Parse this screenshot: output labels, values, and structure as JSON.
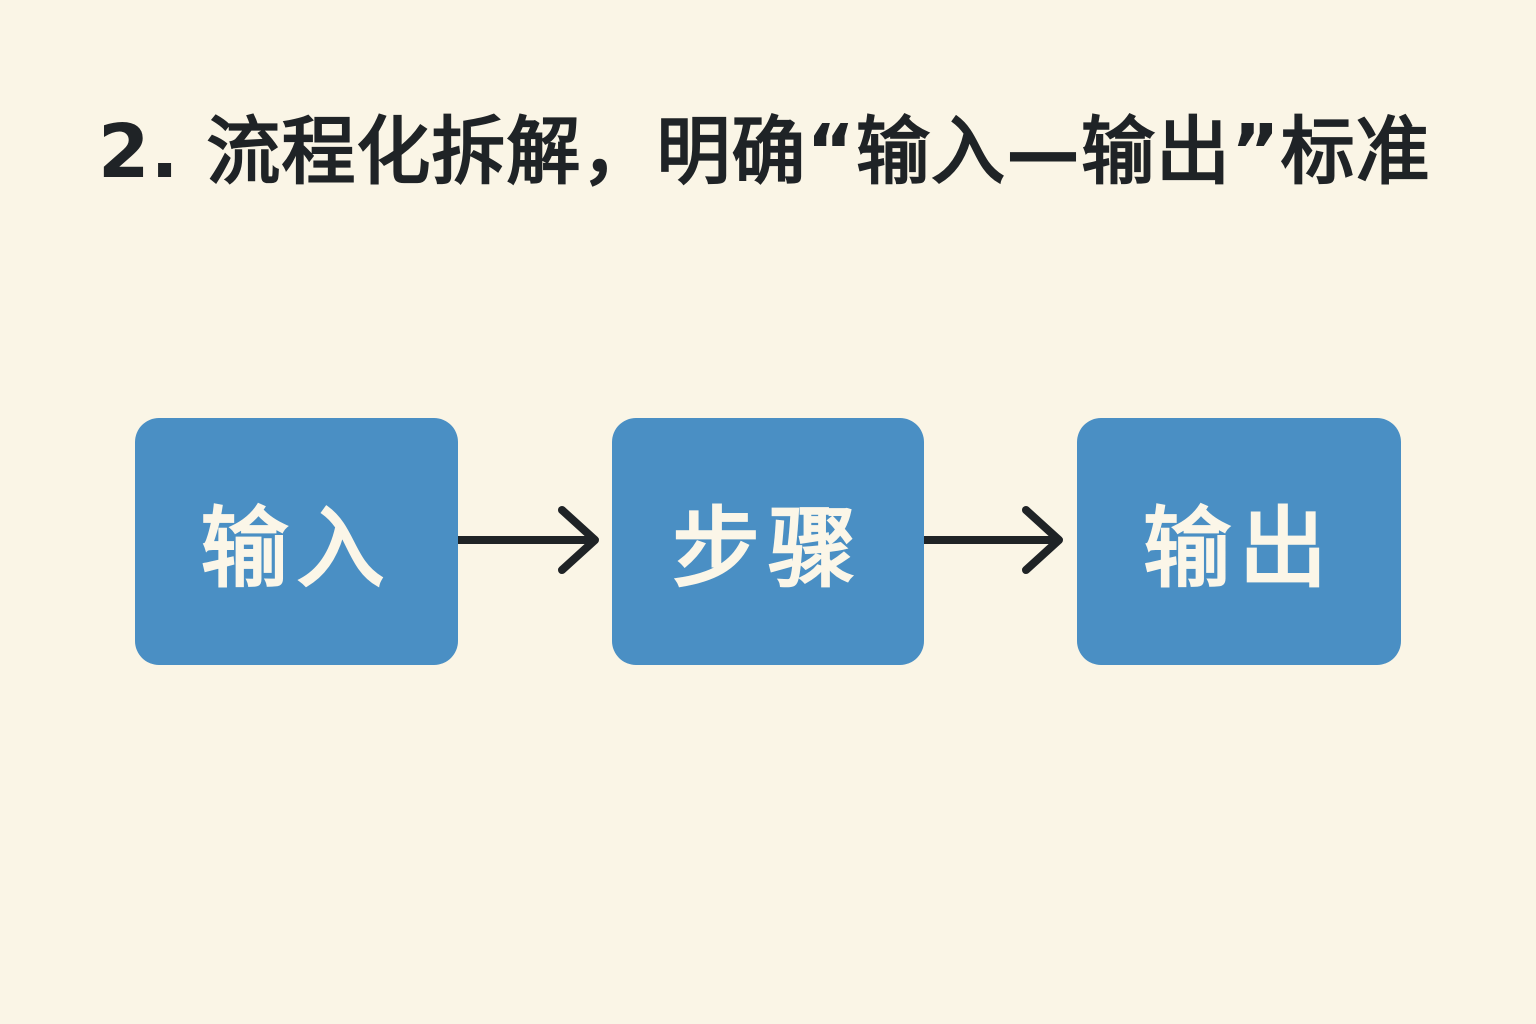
{
  "title": "2. 流程化拆解，明确“输入—输出”标准",
  "flow": {
    "steps": [
      {
        "label": "输入"
      },
      {
        "label": "步骤"
      },
      {
        "label": "输出"
      }
    ],
    "box_color": "#4a8fc4",
    "arrow_color": "#1f2326"
  }
}
